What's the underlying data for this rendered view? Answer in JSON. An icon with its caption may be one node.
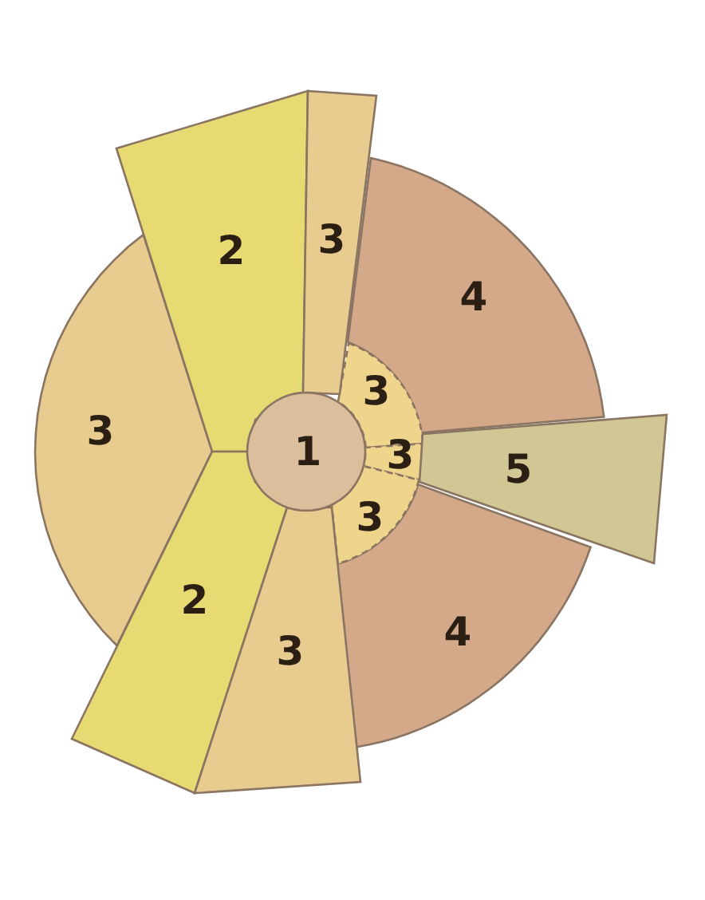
{
  "diagram": {
    "nodes": [
      {
        "text": [
          "2"
        ]
      },
      {
        "text": [
          "3"
        ]
      },
      {
        "text": [
          "4"
        ]
      },
      {
        "text": [
          "3"
        ]
      },
      {
        "text": [
          "1"
        ]
      },
      {
        "text": [
          "3"
        ]
      },
      {
        "text": [
          "3"
        ]
      },
      {
        "text": [
          "5"
        ]
      },
      {
        "text": [
          "3"
        ]
      },
      {
        "text": [
          "2"
        ]
      },
      {
        "text": [
          "3"
        ]
      },
      {
        "text": [
          "4"
        ]
      }
    ]
  }
}
